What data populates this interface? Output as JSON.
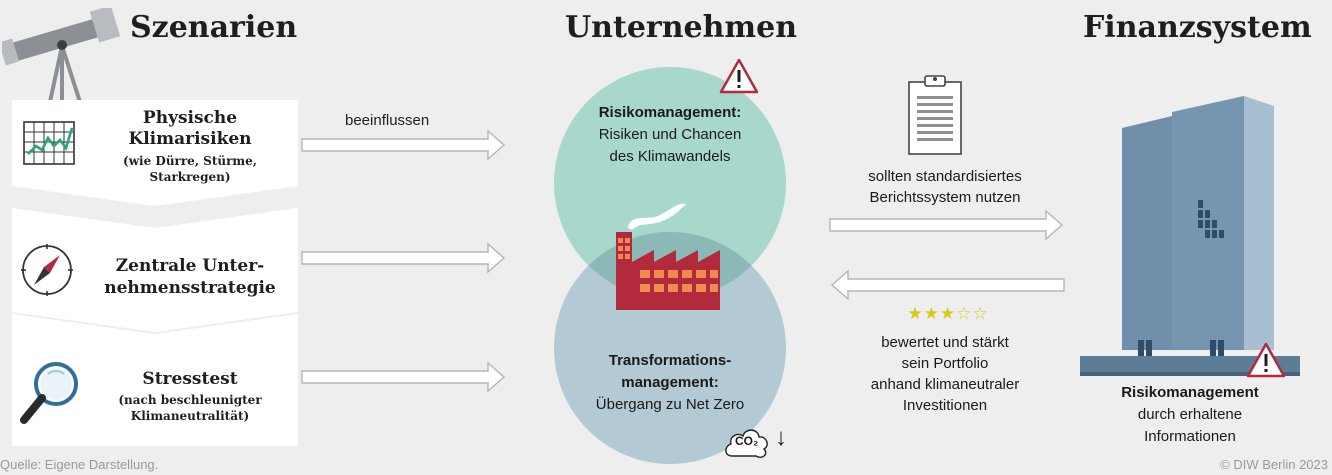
{
  "headers": {
    "left": "Szenarien",
    "center": "Unternehmen",
    "right": "Finanzsystem"
  },
  "scenarios": [
    {
      "title": "Physische Klimarisiken",
      "sub": "(wie Dürre, Stürme, Starkregen)",
      "icon": "chart-icon"
    },
    {
      "title": "Zentrale Unternehmensstrategie",
      "sub": "",
      "icon": "compass-icon"
    },
    {
      "title": "Stresstest",
      "sub": "(nach beschleunigter Klimaneutralität)",
      "icon": "magnifier-icon"
    }
  ],
  "scenario_lines": {
    "s1_t1": "Physische",
    "s1_t2": "Klimarisiken",
    "s1_s1": "(wie Dürre, Stürme,",
    "s1_s2": "Starkregen)",
    "s2_t1": "Zentrale Unter-",
    "s2_t2": "nehmensstrategie",
    "s3_t1": "Stresstest",
    "s3_s1": "(nach beschleunigter",
    "s3_s2": "Klimaneutralität)"
  },
  "influence_label": "beeinflussen",
  "company": {
    "risk_title": "Risikomanagement:",
    "risk_l1": "Risiken und Chancen",
    "risk_l2": "des Klimawandels",
    "trans_title1": "Transformations-",
    "trans_title2": "management:",
    "trans_l1": "Übergang zu Net Zero",
    "co2_label": "CO₂",
    "co2_arrow": "↓"
  },
  "to_finance": {
    "l1": "sollten standardisiertes",
    "l2": "Berichtssystem nutzen"
  },
  "from_finance": {
    "rating": "★★★☆☆",
    "rating_value": "3 of 5",
    "l1": "bewertet und stärkt",
    "l2": "sein Portfolio",
    "l3": "anhand klimaneutraler",
    "l4": "Investitionen"
  },
  "finance": {
    "title": "Risikomanagement",
    "l1": "durch erhaltene",
    "l2": "Informationen"
  },
  "footer": {
    "source": "Quelle: Eigene Darstellung.",
    "copyright": "© DIW Berlin 2023"
  },
  "colors": {
    "background": "#eeeeee",
    "teal_circle": "#a8d7cc",
    "blue_circle": "#b3c9d3",
    "overlap": "#8cb8b6",
    "factory_red": "#b32a3c",
    "factory_orange": "#ef8a52",
    "building": "#7596ae",
    "stars": "#d4cb14",
    "warning": "#b32a3c"
  }
}
